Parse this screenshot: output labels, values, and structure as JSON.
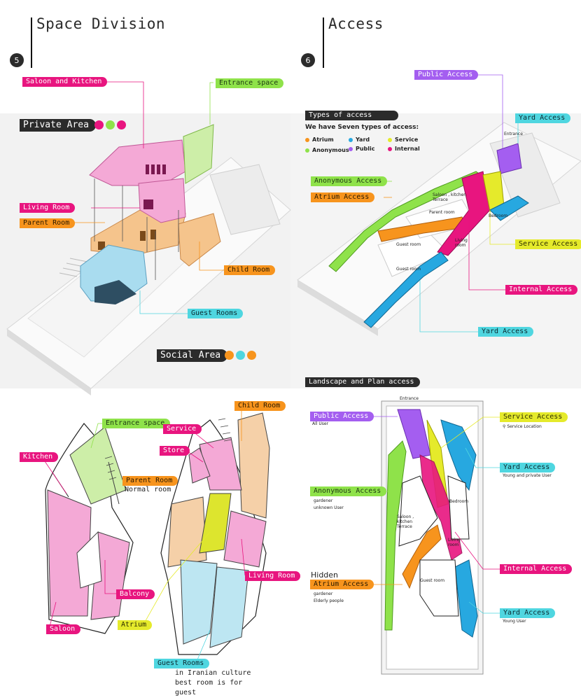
{
  "panel5": {
    "number": "5",
    "title": "Space Division",
    "labels": {
      "saloon_kitchen": "Saloon and Kitchen",
      "entrance_space": "Entrance space",
      "private_area": "Private Area",
      "living_room": "Living Room",
      "parent_room": "Parent Room",
      "child_room": "Child Room",
      "guest_rooms": "Guest Rooms",
      "social_area": "Social Area"
    }
  },
  "panel6": {
    "number": "6",
    "title": "Access",
    "types_title": "Types of access",
    "types_subtitle": "We have Seven types of access:",
    "legend": [
      {
        "label": "Atrium",
        "color": "#f7941d"
      },
      {
        "label": "Yard",
        "color": "#27a8e0"
      },
      {
        "label": "Service",
        "color": "#e5ea2b"
      },
      {
        "label": "Anonymous",
        "color": "#8fe24a"
      },
      {
        "label": "Public",
        "color": "#a45ef0"
      },
      {
        "label": "Internal",
        "color": "#e8157f"
      }
    ],
    "labels": {
      "public_access": "Public Access",
      "yard_access_top": "Yard Access",
      "entrance": "Entrance",
      "anonymous_access": "Anonymous Access",
      "atrium_access": "Atrium Access",
      "service_access": "Service Access",
      "internal_access": "Internal Access",
      "yard_access_bottom": "Yard Access"
    },
    "room_labels": {
      "saloon_kitchen_terrace": "Saloon , kitchen Terrace",
      "parent_room": "Parent room",
      "bedroom": "Bedroom",
      "living_room": "Living room",
      "guest_room_1": "Guest room",
      "guest_room_2": "Guest room"
    }
  },
  "plan_left": {
    "labels": {
      "entrance_space": "Entrance space",
      "kitchen": "Kitchen",
      "balcony": "Balcony",
      "saloon": "Saloon",
      "parent_room": "Parent Room",
      "normal_room": "Normal room",
      "child_room": "Child Room",
      "service": "Service",
      "store": "Store",
      "living_room": "Living Room",
      "atrium": "Atrium",
      "guest_rooms": "Guest Rooms",
      "guest_note": "in Iranian culture best room is for guest"
    }
  },
  "plan_right": {
    "title": "Landscape and Plan access",
    "entrance": "Entrance",
    "public_access": "Public Access",
    "public_sub": "All User",
    "service_access": "Service Access",
    "service_sub": "Service Location",
    "yard_access_top": "Yard Access",
    "yard_top_sub": "Young and private User",
    "anonymous_access": "Anonymous Access",
    "anonymous_sub1": "gardener",
    "anonymous_sub2": "unknown User",
    "saloon_label": "Saloon , kitchen Terrace",
    "bedroom": "Bedroom",
    "living_room": "Living room",
    "guest_room": "Guest room",
    "internal_access": "Internal Access",
    "hidden": "Hidden",
    "atrium_access": "Atrium Access",
    "atrium_sub1": "gardener",
    "atrium_sub2": "Elderly people",
    "yard_access_bottom": "Yard Access",
    "yard_bottom_sub": "Young User"
  },
  "colors": {
    "pink": "#e8157f",
    "green": "#8fe24a",
    "orange": "#f7941d",
    "cyan": "#4fd6e0",
    "purple": "#a45ef0",
    "yellow": "#e5ea2b",
    "blue": "#27a8e0"
  }
}
